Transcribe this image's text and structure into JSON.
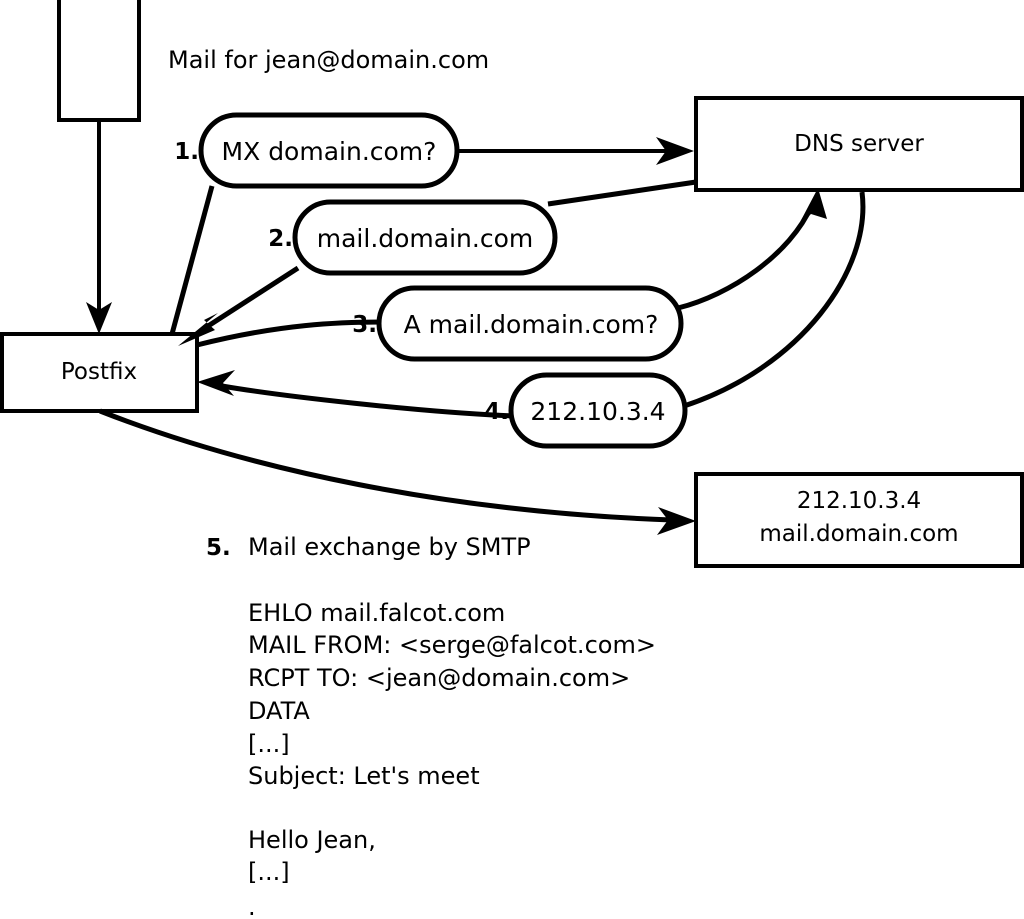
{
  "diagram": {
    "title_caption": "Mail for jean@domain.com",
    "nodes": {
      "source_box": {
        "label": ""
      },
      "postfix": {
        "label": "Postfix"
      },
      "dns_server": {
        "label": "DNS server"
      },
      "target_server": {
        "line1": "212.10.3.4",
        "line2": "mail.domain.com"
      }
    },
    "steps": [
      {
        "num": "1.",
        "label": "MX domain.com?"
      },
      {
        "num": "2.",
        "label": "mail.domain.com"
      },
      {
        "num": "3.",
        "label": "A mail.domain.com?"
      },
      {
        "num": "4.",
        "label": "212.10.3.4"
      }
    ],
    "step5": {
      "num": "5.",
      "label": "Mail exchange by SMTP"
    },
    "transcript": [
      "EHLO mail.falcot.com",
      "MAIL FROM: <serge@falcot.com>",
      "RCPT TO: <jean@domain.com>",
      "DATA",
      "[...]",
      "Subject: Let's meet",
      "",
      "Hello Jean,",
      "[...]",
      "",
      "."
    ],
    "colors": {
      "stroke": "#000000",
      "fill": "#ffffff",
      "text": "#000000"
    }
  }
}
